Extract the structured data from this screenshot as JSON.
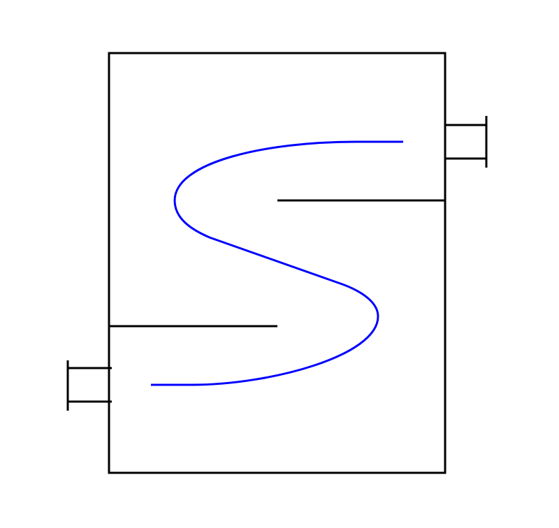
{
  "diagram": {
    "colors": {
      "outline": "#000000",
      "flow_path": "#0000ff",
      "background": "#ffffff"
    },
    "elements": [
      "vessel",
      "inlet-nozzle",
      "outlet-nozzle",
      "upper-baffle",
      "lower-baffle",
      "s-shaped-flow-path"
    ]
  }
}
